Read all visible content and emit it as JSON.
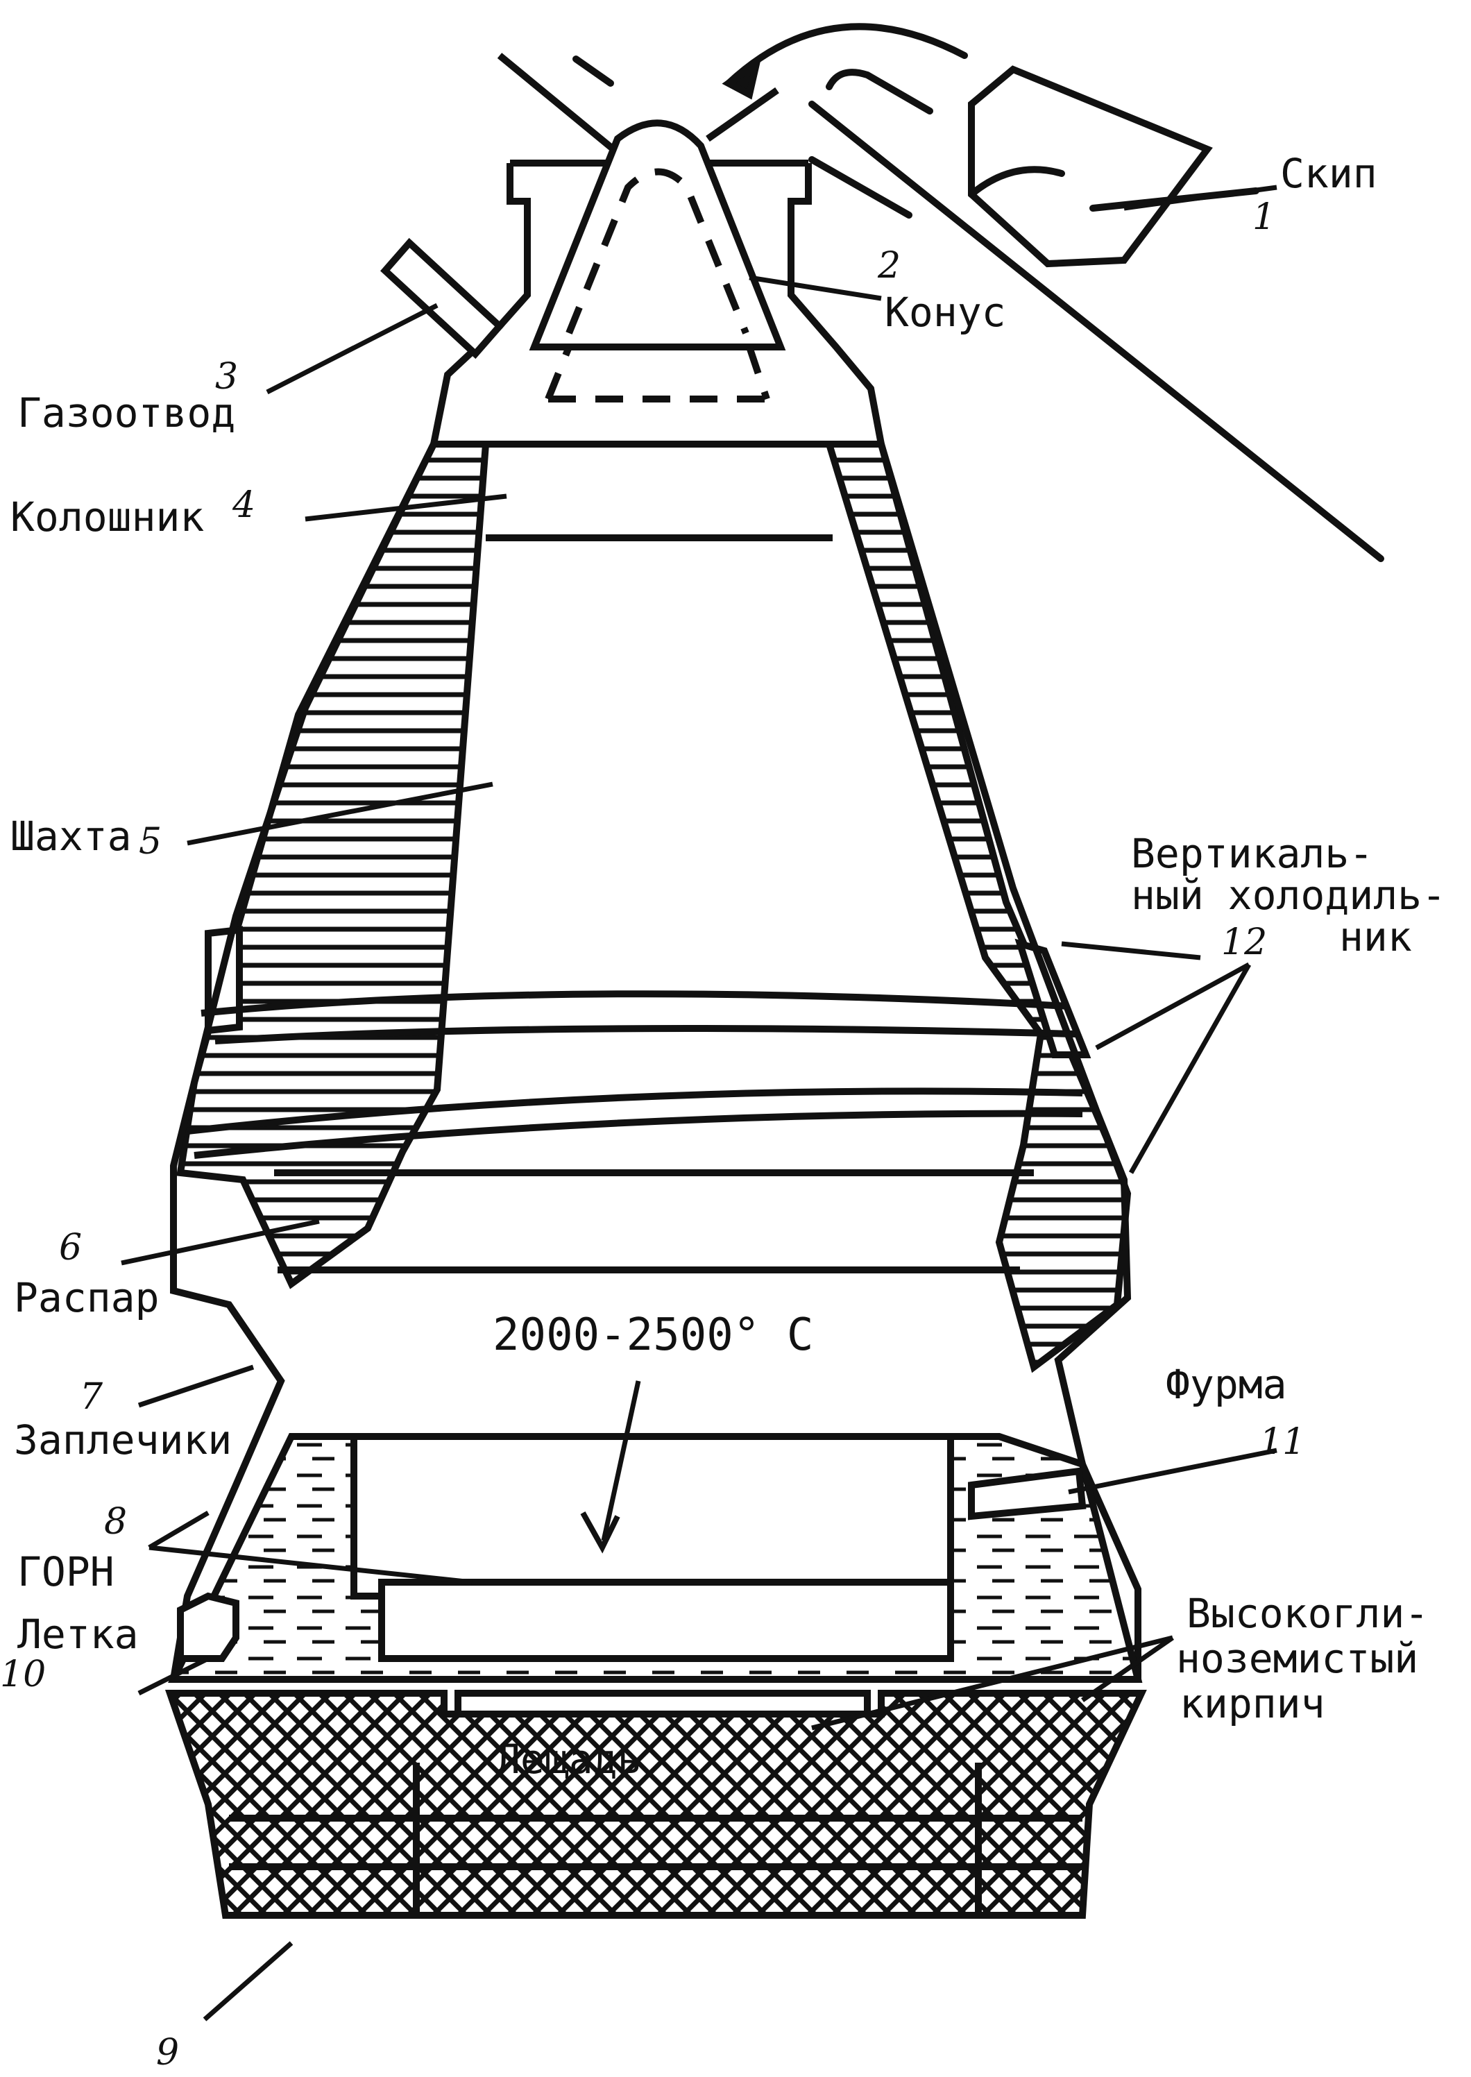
{
  "colors": {
    "ink": "#111111",
    "paper": "#ffffff"
  },
  "labels": {
    "skip": "Скип",
    "cone": "Конус",
    "gas_outlet": "Газоотвод",
    "top": "Колошник",
    "shaft": "Шахта",
    "vertical_cooler": [
      "Вертикаль-",
      "ный холодиль-",
      "ник"
    ],
    "bosh_widest": "Распар",
    "bosh": "Заплечики",
    "hearth": "ГОРН",
    "taphole": "Летка",
    "tuyere": "Фурма",
    "temperature": "2000-2500° С",
    "bottom": "Лещадь",
    "brick": [
      "Высокогли-",
      "ноземистый",
      "кирпич"
    ]
  },
  "numbers": {
    "n1": "1",
    "n2": "2",
    "n3": "3",
    "n4": "4",
    "n5": "5",
    "n6": "6",
    "n7": "7",
    "n8": "8",
    "n9": "9",
    "n10": "10",
    "n11": "11",
    "n12": "12"
  }
}
